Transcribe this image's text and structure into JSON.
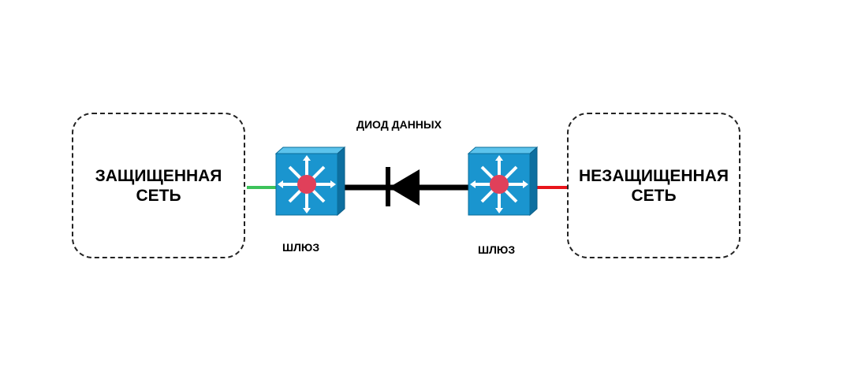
{
  "diagram": {
    "secure_network": {
      "line1": "ЗАЩИЩЕННАЯ",
      "line2": "СЕТЬ"
    },
    "insecure_network": {
      "line1": "НЕЗАЩИЩЕННАЯ",
      "line2": "СЕТЬ"
    },
    "diode_label": "ДИОД ДАННЫХ",
    "gateway_left_label": "ШЛЮЗ",
    "gateway_right_label": "ШЛЮЗ",
    "colors": {
      "secure_link": "#3cc25a",
      "insecure_link": "#e8141a",
      "switch": "#1a95cf",
      "switch_core": "#e0405a"
    }
  }
}
